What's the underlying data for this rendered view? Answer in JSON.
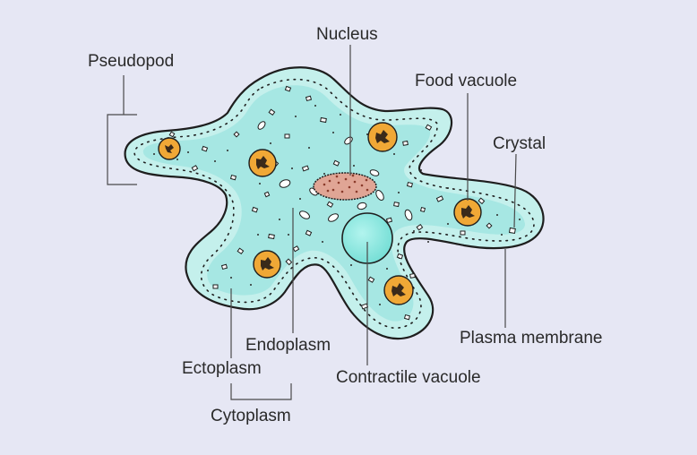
{
  "labels": {
    "pseudopod": "Pseudopod",
    "nucleus": "Nucleus",
    "food_vacuole": "Food vacuole",
    "crystal": "Crystal",
    "plasma_membrane": "Plasma membrane",
    "endoplasm": "Endoplasm",
    "ectoplasm": "Ectoplasm",
    "contractile_vacuole": "Contractile vacuole",
    "cytoplasm": "Cytoplasm"
  },
  "colors": {
    "background": "#e6e7f4",
    "ectoplasm_fill": "#c4f0ec",
    "endoplasm_fill": "#a6e7e3",
    "outline": "#1e1e1e",
    "nucleus_fill": "#e0a595",
    "food_vacuole_fill": "#f0a836",
    "contractile_vacuole_fill": "#7fe3dc"
  }
}
